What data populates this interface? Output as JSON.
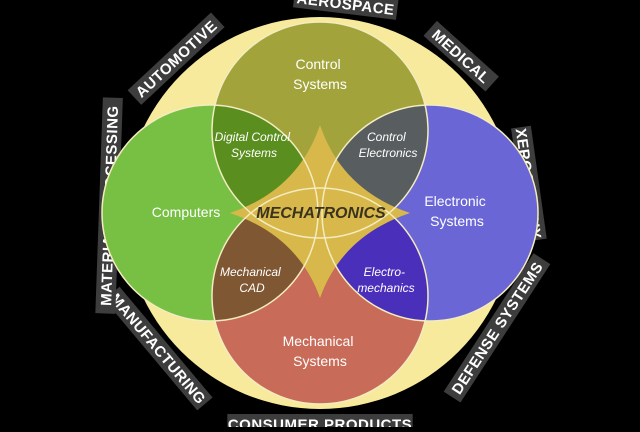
{
  "center": {
    "label": "MECHATRONICS",
    "color": "#d8b84a"
  },
  "ring_color": "#f7ea9c",
  "band_color": "#3d3d3d",
  "circles": [
    {
      "id": "control",
      "lines": [
        "Control",
        "Systems"
      ],
      "color": "#a2a43b"
    },
    {
      "id": "electronic",
      "lines": [
        "Electronic",
        "Systems"
      ],
      "color": "#6b66d6"
    },
    {
      "id": "mechanical",
      "lines": [
        "Mechanical",
        "Systems"
      ],
      "color": "#c86b58"
    },
    {
      "id": "computers",
      "lines": [
        "Computers"
      ],
      "color": "#78c044"
    }
  ],
  "overlaps": [
    {
      "id": "digital-control",
      "lines": [
        "Digital Control",
        "Systems"
      ],
      "color": "#5a8f1f"
    },
    {
      "id": "control-electronics",
      "lines": [
        "Control",
        "Electronics"
      ],
      "color": "#585e5f"
    },
    {
      "id": "electro-mechanics",
      "lines": [
        "Electro-",
        "mechanics"
      ],
      "color": "#4a2fbb"
    },
    {
      "id": "mechanical-cad",
      "lines": [
        "Mechanical",
        "CAD"
      ],
      "color": "#7f5733"
    }
  ],
  "applications": [
    "AUTOMOTIVE",
    "AEROSPACE",
    "MEDICAL",
    "XEROGRAPHY",
    "DEFENSE SYSTEMS",
    "CONSUMER PRODUCTS",
    "MANUFACTURING",
    "MATERIALS PROCESSING"
  ]
}
